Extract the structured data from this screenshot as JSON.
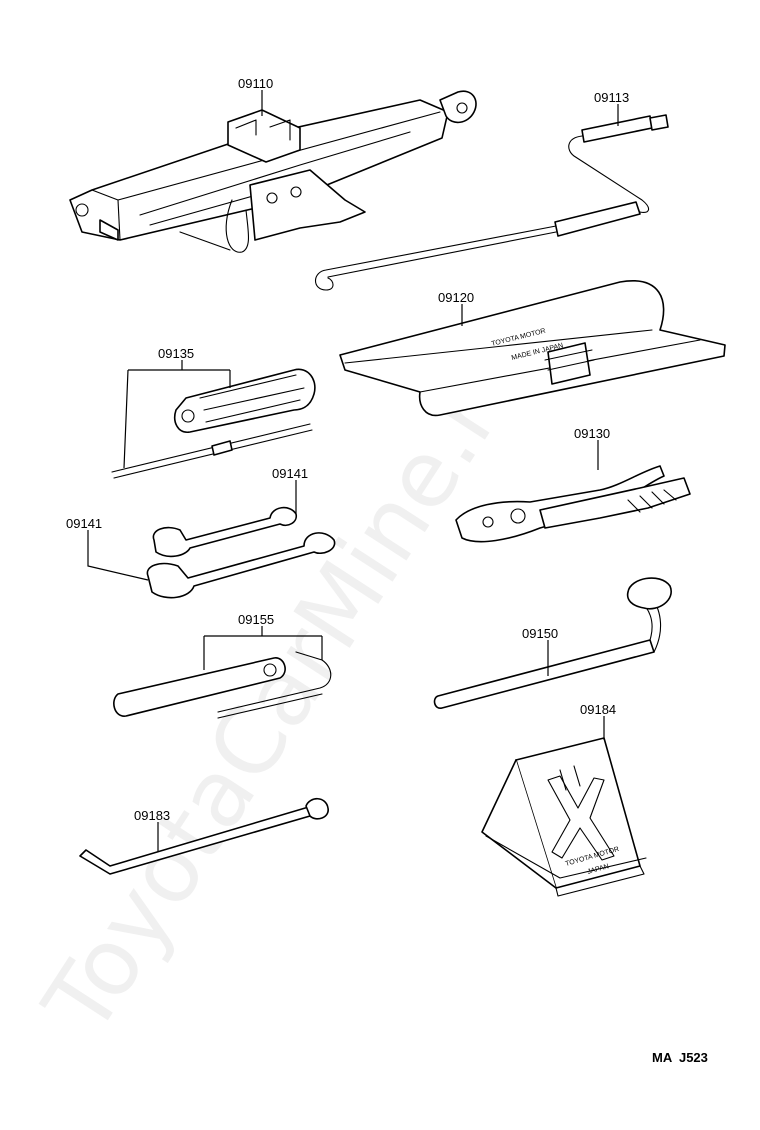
{
  "watermark": "ToyotaCarMine.ru",
  "diagram_code": "MA  J523",
  "parts": [
    {
      "number": "09110"
    },
    {
      "number": "09113"
    },
    {
      "number": "09120"
    },
    {
      "number": "09135"
    },
    {
      "number": "09130"
    },
    {
      "number": "09141"
    },
    {
      "number": "09141"
    },
    {
      "number": "09155"
    },
    {
      "number": "09150"
    },
    {
      "number": "09184"
    },
    {
      "number": "09183"
    }
  ],
  "bag_text": [
    "TOYOTA MOTOR",
    "MADE IN JAPAN"
  ],
  "chock_text": [
    "TOYOTA MOTOR",
    "JAPAN"
  ]
}
